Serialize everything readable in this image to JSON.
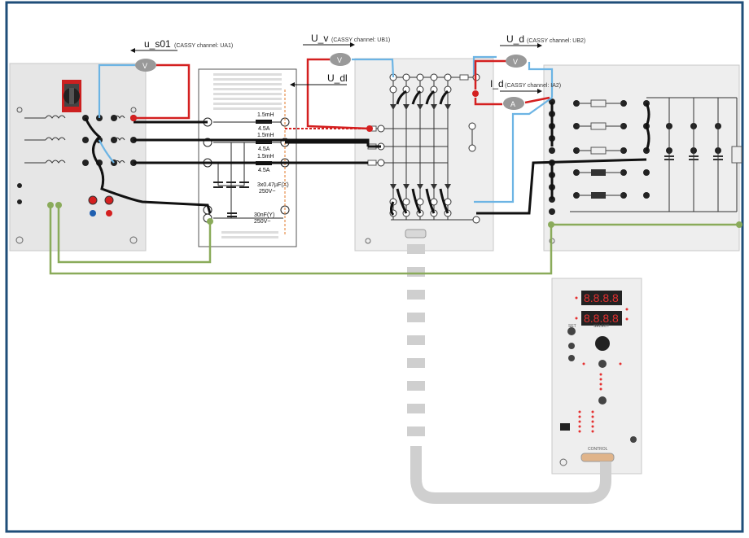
{
  "labels": {
    "u_s01": "u_s01",
    "u_s01_channel": "(CASSY channel: UA1)",
    "u_v": "U_v",
    "u_v_channel": "(CASSY channel: UB1)",
    "u_d": "U_d",
    "u_d_channel": "(CASSY channel: UB2)",
    "u_dl": "U_dl",
    "i_d": "I_d",
    "i_d_channel": "(CASSY channel: IA2)"
  },
  "meters": {
    "voltmeter_symbol": "V",
    "ammeter_symbol": "A"
  },
  "choke_panel": {
    "inductor1": "1.5mH",
    "inductor1_current": "4.5A",
    "inductor2": "1.5mH",
    "inductor2_current": "4.5A",
    "inductor3": "1.5mH",
    "inductor3_current": "4.5A",
    "capacitor_bank": "3x0.47µF(X)",
    "capacitor_bank_voltage": "250V~",
    "capacitor_y": "30nF(Y)",
    "capacitor_y_voltage": "250V~"
  },
  "control_unit": {
    "display_top": "8.8.8.8",
    "display_bottom": "8.8.8.8",
    "set_label": "SET",
    "select_label": "SELECT",
    "connector_label": "CONTROL"
  },
  "colors": {
    "frame": "#1f4e79",
    "red_wire": "#d42020",
    "blue_wire": "#6cb4e4",
    "green_wire": "#8aab5a",
    "black_wire": "#111111",
    "cable": "#cfcfcf"
  }
}
